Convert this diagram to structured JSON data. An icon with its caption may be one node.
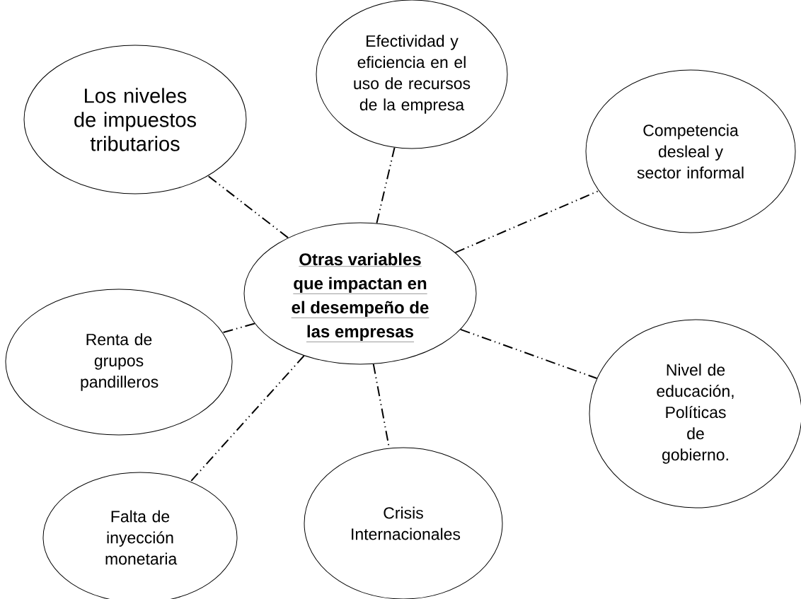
{
  "diagram": {
    "nodes": [
      {
        "text": [
          "Otras variables que impactan en el desempeño de las empresas"
        ]
      },
      {
        "text": [
          "Efectividad y eficiencia en el uso de recursos de la empresa"
        ]
      },
      {
        "text": [
          "Los niveles de impuestos tributarios"
        ]
      },
      {
        "text": [
          "Competencia desleal y sector informal"
        ]
      },
      {
        "text": [
          "Renta de grupos pandilleros"
        ]
      },
      {
        "text": [
          "Nivel de educación, Políticas de gobierno."
        ]
      },
      {
        "text": [
          "Falta de inyección monetaria"
        ]
      },
      {
        "text": [
          "Crisis Internacionales"
        ]
      }
    ],
    "edges": [
      {
        "from": 0,
        "to": 1,
        "arrow": "none",
        "style": "dashed"
      },
      {
        "from": 0,
        "to": 2,
        "arrow": "none",
        "style": "dashed"
      },
      {
        "from": 0,
        "to": 3,
        "arrow": "none",
        "style": "dashed"
      },
      {
        "from": 0,
        "to": 4,
        "arrow": "none",
        "style": "dashed"
      },
      {
        "from": 0,
        "to": 5,
        "arrow": "none",
        "style": "dashed"
      },
      {
        "from": 0,
        "to": 6,
        "arrow": "none",
        "style": "dashed"
      },
      {
        "from": 0,
        "to": 7,
        "arrow": "none",
        "style": "dashed"
      }
    ]
  }
}
